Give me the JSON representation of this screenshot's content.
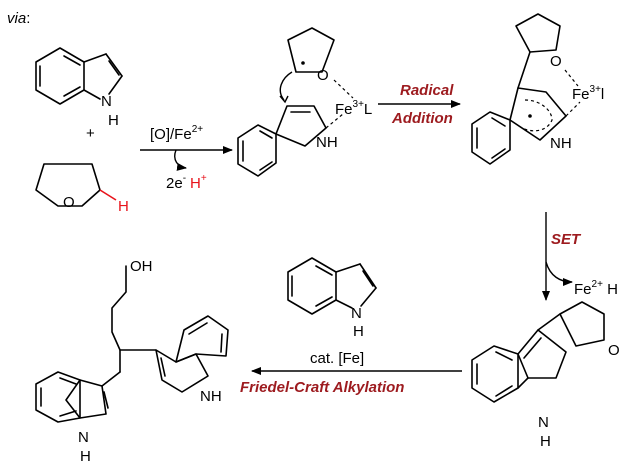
{
  "labels": {
    "via": "via",
    "colon": ":",
    "plus": "+",
    "oxidant": "[O]/Fe",
    "oxidant_sup": "2+",
    "electrons": "2e",
    "electrons_sup": "-",
    "proton": "H",
    "proton_sup": "+",
    "radical_addition_1": "Radical",
    "radical_addition_2": "Addition",
    "set": "SET",
    "fe2_h": "Fe",
    "fe2_h_sup": "2+",
    "fe2_h_tail": " H",
    "cat_fe": "cat. [Fe]",
    "friedel_crafts": "Friedel-Craft Alkylation"
  },
  "atoms": {
    "indole_h": "H",
    "thf_o": "O",
    "thf_h": "H",
    "int1_o": "O",
    "int1_fe": "Fe",
    "int1_fe_sup": "3+",
    "int1_l": "L",
    "int1_nh": "NH",
    "int2_o": "O",
    "int2_fe": "Fe",
    "int2_fe_sup": "3+",
    "int2_l": "l",
    "int2_nh": "NH",
    "indole3_h": "H",
    "product_oh": "OH",
    "product_nh": "NH",
    "product_h": "H",
    "prod3_o": "O",
    "prod3_h": "H"
  },
  "colors": {
    "highlight_red": "#e8131b",
    "condition_red": "#9d1b1f"
  }
}
